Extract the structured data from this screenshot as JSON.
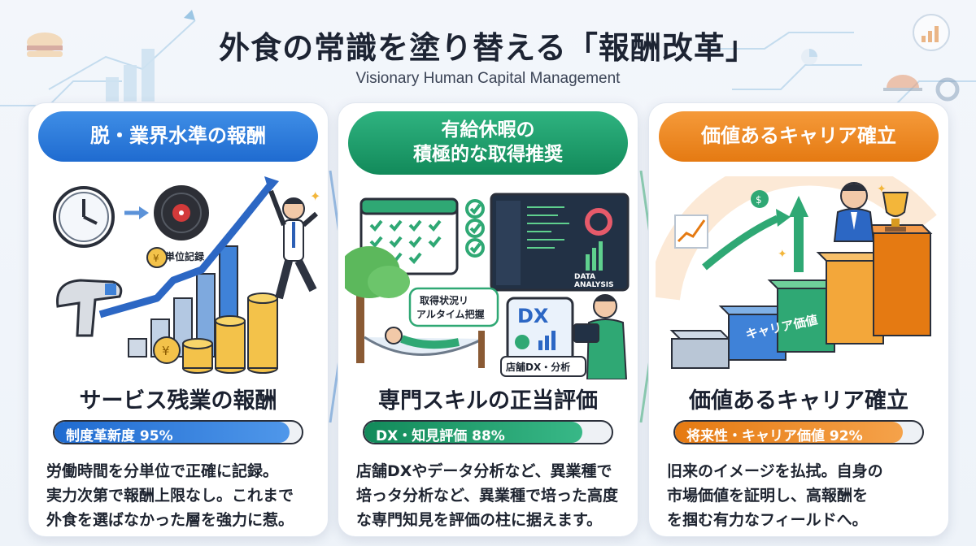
{
  "header": {
    "title": "外食の常識を塗り替える「報酬改革」",
    "subtitle": "Visionary Human Capital Management"
  },
  "colors": {
    "blue": "#1f6bd0",
    "green": "#128a5a",
    "orange": "#e57a12"
  },
  "cards": [
    {
      "pill": [
        "脱・業界水準の報酬"
      ],
      "illustration_labels": [
        "分単位記録"
      ],
      "heading": "サービス残業の報酬",
      "progress": {
        "label": "制度革新度 95%",
        "value": 95
      },
      "description": [
        "労働時間を分単位で正確に記録。",
        "実力次第で報酬上限なし。これまで",
        "外食を選ばなかった層を強力に惹。"
      ]
    },
    {
      "pill": [
        "有給休暇の",
        "積極的な取得推奨"
      ],
      "illustration_labels": [
        "取得状況リ",
        "アルタイム把握",
        "DATA",
        "ANALYSIS",
        "DX",
        "店舗DX・分析"
      ],
      "heading": "専門スキルの正当評価",
      "progress": {
        "label": "DX・知見評価 88%",
        "value": 88
      },
      "description": [
        "店舗DXやデータ分析など、異業種で",
        "培っタ分析など、異業種で培った高度",
        "な専門知見を評価の柱に据えます。"
      ]
    },
    {
      "pill": [
        "価値あるキャリア確立"
      ],
      "illustration_labels": [
        "キャリア価値"
      ],
      "heading": "価値あるキャリア確立",
      "progress": {
        "label": "将来性・キャリア価値 92%",
        "value": 92
      },
      "description": [
        "旧来のイメージを払拭。自身の",
        "市場価値を証明し、高報酬を",
        "を掴む有力なフィールドへ。"
      ]
    }
  ]
}
